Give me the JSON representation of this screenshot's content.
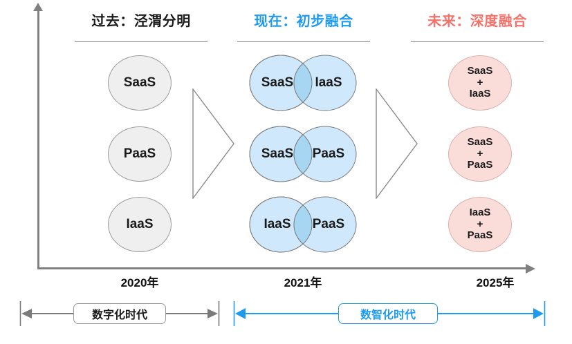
{
  "colors": {
    "past_accent": "#1a1a1a",
    "present_accent": "#1e9bf0",
    "future_accent": "#f4726a",
    "axis": "#808080",
    "past_circle_fill": "#efefef",
    "present_circle_fill": "#cfe8fb",
    "present_overlap_fill": "#a7d6f3",
    "future_circle_fill": "#fadcd9"
  },
  "columns": [
    {
      "id": "past",
      "header": "过去：泾渭分明",
      "year": "2020年"
    },
    {
      "id": "present",
      "header": "现在：初步融合",
      "year": "2021年"
    },
    {
      "id": "future",
      "header": "未来：深度融合",
      "year": "2025年"
    }
  ],
  "past_circles": [
    {
      "label": "SaaS"
    },
    {
      "label": "PaaS"
    },
    {
      "label": "IaaS"
    }
  ],
  "present_venns": [
    {
      "left": "SaaS",
      "right": "IaaS"
    },
    {
      "left": "SaaS",
      "right": "PaaS"
    },
    {
      "left": "IaaS",
      "right": "PaaS"
    }
  ],
  "future_circles": [
    {
      "line1": "SaaS",
      "line2": "+",
      "line3": "IaaS"
    },
    {
      "line1": "SaaS",
      "line2": "+",
      "line3": "PaaS"
    },
    {
      "line1": "IaaS",
      "line2": "+",
      "line3": "PaaS"
    }
  ],
  "eras": [
    {
      "id": "digital",
      "label": "数字化时代"
    },
    {
      "id": "digital-intel",
      "label": "数智化时代"
    }
  ]
}
